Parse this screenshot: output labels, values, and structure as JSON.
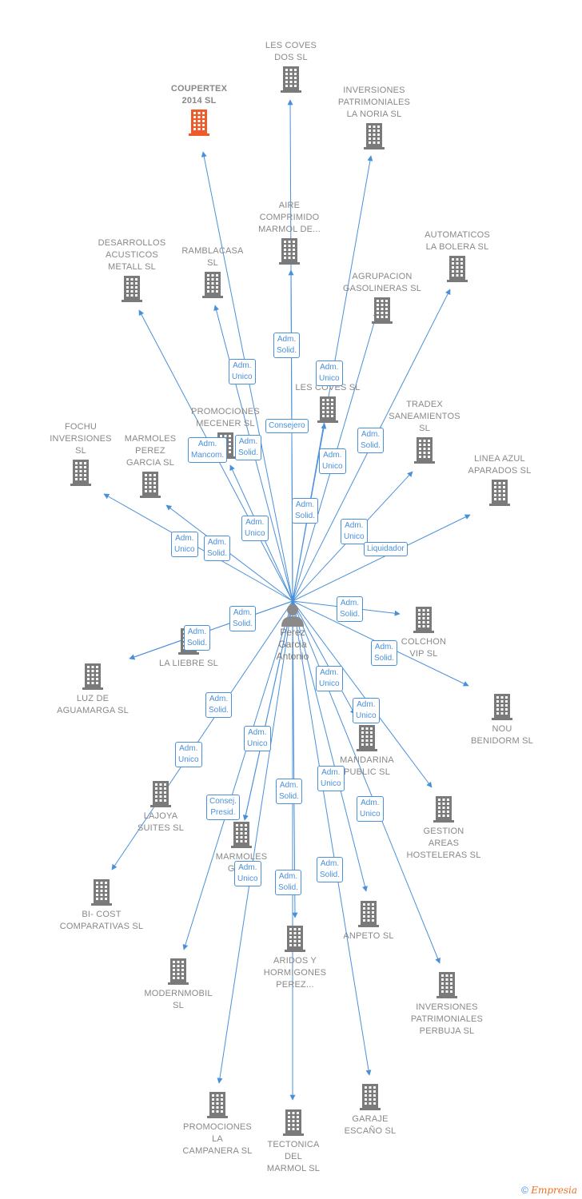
{
  "colors": {
    "link": "#4a90d9",
    "building": "#7a7a7a",
    "highlight": "#f05a28",
    "label": "#888888"
  },
  "center": {
    "name_lines": [
      "Perez",
      "Garcia",
      "Antonio"
    ],
    "icon": "person-icon"
  },
  "companies": [
    {
      "id": "coupertex",
      "lines": [
        "COUPERTEX",
        "2014  SL"
      ],
      "highlight": true
    },
    {
      "id": "les-coves-dos",
      "lines": [
        "LES COVES",
        "DOS  SL"
      ]
    },
    {
      "id": "inv-noria",
      "lines": [
        "INVERSIONES",
        "PATRIMONIALES",
        "LA NORIA SL"
      ]
    },
    {
      "id": "aire",
      "lines": [
        "AIRE",
        "COMPRIMIDO",
        "MARMOL DE..."
      ]
    },
    {
      "id": "desarrollos",
      "lines": [
        "DESARROLLOS",
        "ACUSTICOS",
        "METALL  SL"
      ]
    },
    {
      "id": "ramblacasa",
      "lines": [
        "RAMBLACASA",
        "SL"
      ]
    },
    {
      "id": "agrupacion",
      "lines": [
        "AGRUPACION",
        "GASOLINERAS SL"
      ]
    },
    {
      "id": "automaticos",
      "lines": [
        "AUTOMATICOS",
        "LA BOLERA  SL"
      ]
    },
    {
      "id": "les-coves",
      "lines": [
        "LES COVES  SL"
      ]
    },
    {
      "id": "promociones-mecener",
      "lines": [
        "PROMOCIONES",
        "MECENER SL"
      ]
    },
    {
      "id": "tradex",
      "lines": [
        "TRADEX",
        "SANEAMIENTOS",
        "SL"
      ]
    },
    {
      "id": "fochu",
      "lines": [
        "FOCHU",
        "INVERSIONES",
        "SL"
      ]
    },
    {
      "id": "marmoles-perez",
      "lines": [
        "MARMOLES",
        "PEREZ",
        "GARCIA SL"
      ]
    },
    {
      "id": "linea-azul",
      "lines": [
        "LINEA AZUL",
        "APARADOS SL"
      ]
    },
    {
      "id": "la-liebre",
      "lines": [
        "LA LIEBRE  SL"
      ]
    },
    {
      "id": "colchon",
      "lines": [
        "COLCHON",
        "VIP  SL"
      ]
    },
    {
      "id": "luz",
      "lines": [
        "LUZ DE",
        "AGUAMARGA SL"
      ]
    },
    {
      "id": "nou",
      "lines": [
        "NOU",
        "BENIDORM  SL"
      ]
    },
    {
      "id": "mandarina",
      "lines": [
        "MANDARINA",
        "PUBLIC  SL"
      ]
    },
    {
      "id": "lajoya",
      "lines": [
        "LAJOYA",
        "SUITES SL"
      ]
    },
    {
      "id": "gestion",
      "lines": [
        "GESTION",
        "AREAS",
        "HOSTELERAS SL"
      ]
    },
    {
      "id": "marmoles-gar",
      "lines": [
        "MARMOLES",
        "GAR..."
      ]
    },
    {
      "id": "bicost",
      "lines": [
        "BI- COST",
        "COMPARATIVAS SL"
      ]
    },
    {
      "id": "anpeto",
      "lines": [
        "ANPETO SL"
      ]
    },
    {
      "id": "aridos",
      "lines": [
        "ARIDOS Y",
        "HORMIGONES",
        "PEREZ..."
      ]
    },
    {
      "id": "modernmobil",
      "lines": [
        "MODERNMOBIL",
        "SL"
      ]
    },
    {
      "id": "inv-perbuja",
      "lines": [
        "INVERSIONES",
        "PATRIMONIALES",
        "PERBUJA SL"
      ]
    },
    {
      "id": "promociones-campanera",
      "lines": [
        "PROMOCIONES",
        "LA",
        "CAMPANERA SL"
      ]
    },
    {
      "id": "tectonica",
      "lines": [
        "TECTONICA",
        "DEL",
        "MARMOL  SL"
      ]
    },
    {
      "id": "garaje",
      "lines": [
        "GARAJE",
        "ESCAÑO SL"
      ]
    }
  ],
  "relations": [
    {
      "to": "coupertex",
      "lines": [
        "Adm.",
        "Unico"
      ]
    },
    {
      "to": "les-coves-dos",
      "lines": [
        "Adm.",
        "Solid."
      ]
    },
    {
      "to": "inv-noria",
      "lines": [
        "Adm.",
        "Unico"
      ]
    },
    {
      "to": "aire",
      "lines": [
        "Consejero"
      ]
    },
    {
      "to": "desarrollos",
      "lines": [
        "Adm.",
        "Mancom."
      ]
    },
    {
      "to": "ramblacasa",
      "lines": [
        "Adm.",
        "Solid."
      ]
    },
    {
      "to": "agrupacion",
      "lines": [
        "Adm.",
        "Unico"
      ]
    },
    {
      "to": "automaticos",
      "lines": [
        "Adm.",
        "Solid."
      ]
    },
    {
      "to": "les-coves",
      "lines": [
        "Adm.",
        "Solid."
      ]
    },
    {
      "to": "promociones-mecener",
      "lines": [
        "Adm.",
        "Unico"
      ]
    },
    {
      "to": "tradex",
      "lines": [
        "Adm.",
        "Unico"
      ]
    },
    {
      "to": "fochu",
      "lines": [
        "Adm.",
        "Unico"
      ]
    },
    {
      "to": "marmoles-perez",
      "lines": [
        "Adm.",
        "Solid."
      ]
    },
    {
      "to": "linea-azul",
      "lines": [
        "Liquidador"
      ]
    },
    {
      "to": "la-liebre",
      "lines": [
        "Adm.",
        "Solid."
      ]
    },
    {
      "to": "colchon",
      "lines": [
        "Adm.",
        "Solid."
      ]
    },
    {
      "to": "luz",
      "lines": [
        "Adm.",
        "Solid."
      ]
    },
    {
      "to": "nou",
      "lines": [
        "Adm.",
        "Solid."
      ]
    },
    {
      "to": "mandarina",
      "lines": [
        "Adm.",
        "Unico"
      ]
    },
    {
      "to": "lajoya",
      "lines": [
        "Adm.",
        "Solid."
      ]
    },
    {
      "to": "gestion",
      "lines": [
        "Adm.",
        "Unico"
      ]
    },
    {
      "to": "marmoles-gar",
      "lines": [
        "Consej.",
        "Presid."
      ]
    },
    {
      "to": "bicost",
      "lines": [
        "Adm.",
        "Unico"
      ]
    },
    {
      "to": "anpeto",
      "lines": [
        "Adm.",
        "Unico"
      ]
    },
    {
      "to": "aridos",
      "lines": [
        "Adm.",
        "Unico"
      ]
    },
    {
      "to": "modernmobil",
      "lines": [
        "Adm.",
        "Solid."
      ]
    },
    {
      "to": "inv-perbuja",
      "lines": [
        "Adm.",
        "Unico"
      ]
    },
    {
      "to": "promociones-campanera",
      "lines": [
        "Adm.",
        "Unico"
      ]
    },
    {
      "to": "tectonica",
      "lines": [
        "Adm.",
        "Solid."
      ]
    },
    {
      "to": "garaje",
      "lines": [
        "Adm.",
        "Solid."
      ]
    }
  ],
  "footer": {
    "copyright": "©",
    "brand": "Empresia"
  }
}
